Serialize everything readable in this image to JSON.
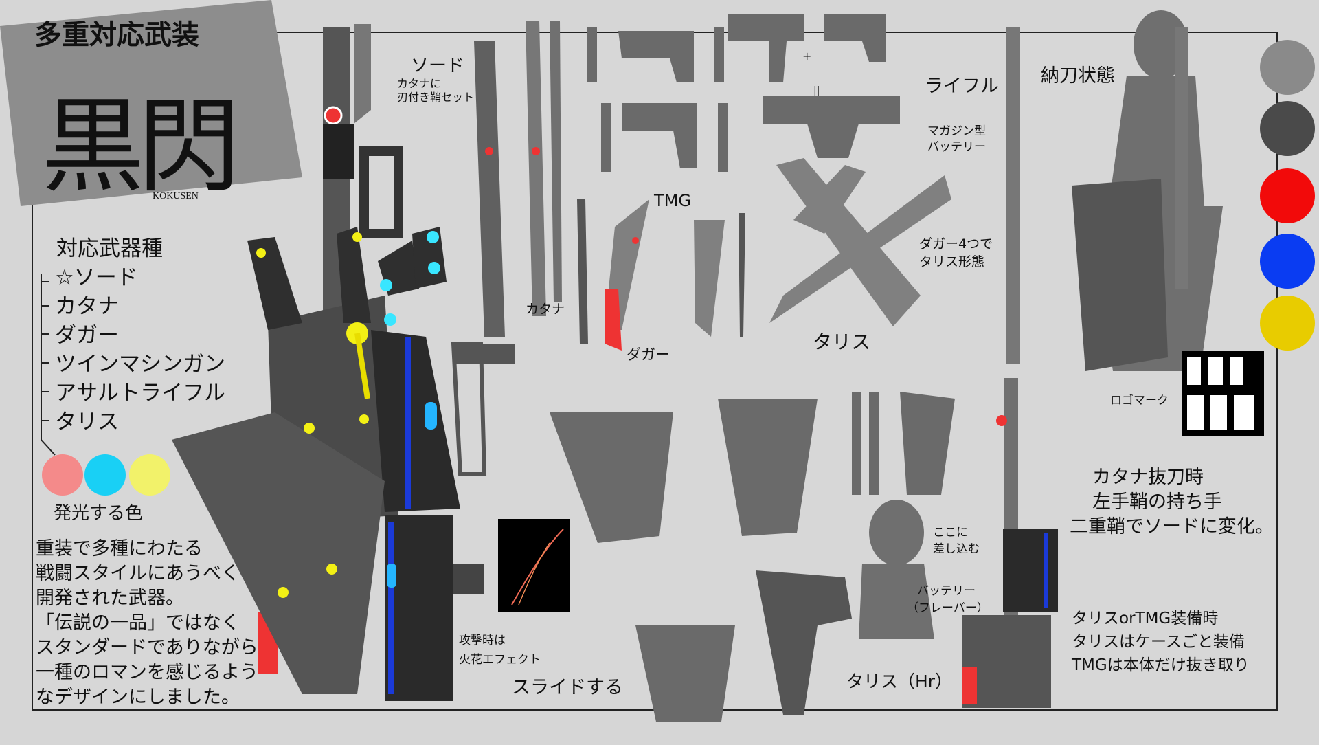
{
  "title_card": {
    "subtitle": "多重対応武装",
    "name": "黒閃",
    "romaji": "KOKUSEN"
  },
  "weapon_list": {
    "heading": "対応武器種",
    "items": [
      "☆ソード",
      "カタナ",
      "ダガー",
      "ツインマシンガン",
      "アサルトライフル",
      "タリス"
    ]
  },
  "glow_colors": {
    "label": "発光する色",
    "swatches": [
      "#f48a8a",
      "#19d0f5",
      "#f2f26a"
    ]
  },
  "description": [
    "重装で多種にわたる",
    "戦闘スタイルにあうべく",
    "開発された武器。",
    "「伝説の一品」ではなく",
    "スタンダードでありながら",
    "一種のロマンを感じるよう",
    "なデザインにしました。"
  ],
  "palette": [
    "#8a8a8a",
    "#4a4a4a",
    "#f20a0a",
    "#0a3cf2",
    "#e8cc00"
  ],
  "labels": {
    "sword": "ソード",
    "sword_note_1": "カタナに",
    "sword_note_2": "刃付き鞘セット",
    "katana": "カタナ",
    "dagger": "ダガー",
    "tmg": "TMG",
    "rifle": "ライフル",
    "magazine_1": "マガジン型",
    "magazine_2": "バッテリー",
    "dagger_talis_1": "ダガー4つで",
    "dagger_talis_2": "タリス形態",
    "talis": "タリス",
    "sheathed": "納刀状態",
    "logo_mark": "ロゴマーク",
    "katana_draw_1": "カタナ抜刀時",
    "katana_draw_2": "左手鞘の持ち手",
    "katana_draw_3": "二重鞘でソードに変化。",
    "insert_1": "ここに",
    "insert_2": "差し込む",
    "battery_1": "バッテリー",
    "battery_2": "（フレーバー）",
    "talis_hr": "タリス（Hr）",
    "equip_1": "タリスorTMG装備時",
    "equip_2": "タリスはケースごと装備",
    "equip_3": "TMGは本体だけ抜き取り",
    "spark_1": "攻撃時は",
    "spark_2": "火花エフェクト",
    "slide": "スライドする",
    "plus": "+",
    "equals": "||"
  }
}
